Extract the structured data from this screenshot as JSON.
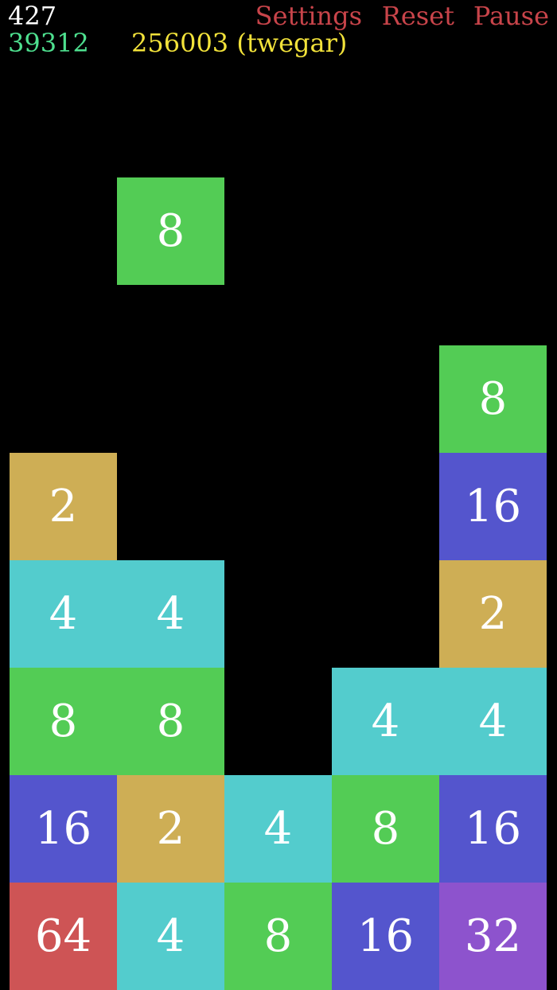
{
  "hud": {
    "score": "427",
    "best": "39312",
    "record": "256003 (twegar)"
  },
  "menu": {
    "settings": "Settings",
    "reset": "Reset",
    "pause": "Pause"
  },
  "colors": {
    "2": "#ceae55",
    "4": "#53cccd",
    "8": "#53cc55",
    "16": "#5455cd",
    "32": "#8d53cd",
    "64": "#ce5455"
  },
  "falling_tile": {
    "column": 1,
    "level": 6.56,
    "value": "8"
  },
  "columns": [
    [
      "64",
      "16",
      "8",
      "4",
      "2"
    ],
    [
      "4",
      "2",
      "8",
      "4"
    ],
    [
      "8",
      "4"
    ],
    [
      "16",
      "8",
      "4"
    ],
    [
      "32",
      "16",
      "4",
      "2",
      "16",
      "8"
    ]
  ]
}
